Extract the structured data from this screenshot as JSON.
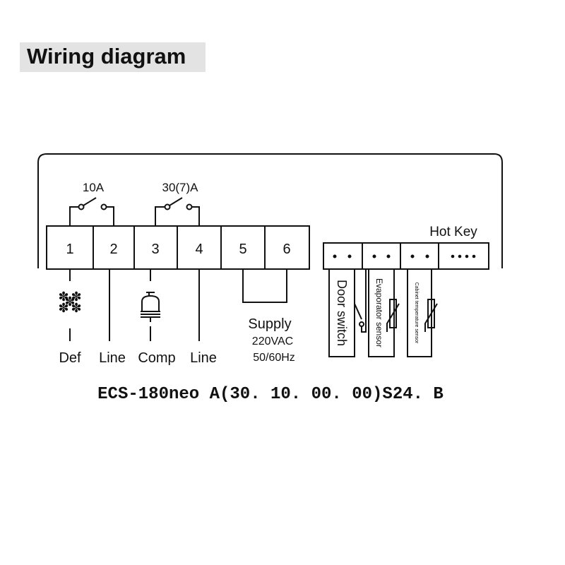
{
  "header": {
    "title": "Wiring diagram"
  },
  "relays": {
    "def": {
      "rating": "10A"
    },
    "comp": {
      "rating": "30(7)A"
    }
  },
  "hot_key": "Hot Key",
  "terminals": [
    {
      "number": "1",
      "label": "Def",
      "icon": "snowflake-icon"
    },
    {
      "number": "2",
      "label": "Line"
    },
    {
      "number": "3",
      "label": "Comp",
      "icon": "compressor-icon"
    },
    {
      "number": "4",
      "label": "Line"
    },
    {
      "number": "5"
    },
    {
      "number": "6"
    }
  ],
  "supply": {
    "label": "Supply",
    "voltage": "220VAC",
    "frequency": "50/60Hz"
  },
  "sensors": {
    "door": "Door switch",
    "evaporator": "Evaporator sensor",
    "cabinet": "Cabinet temperature sensor"
  },
  "model": "ECS-180neo A(30. 10. 00. 00)S24. B"
}
